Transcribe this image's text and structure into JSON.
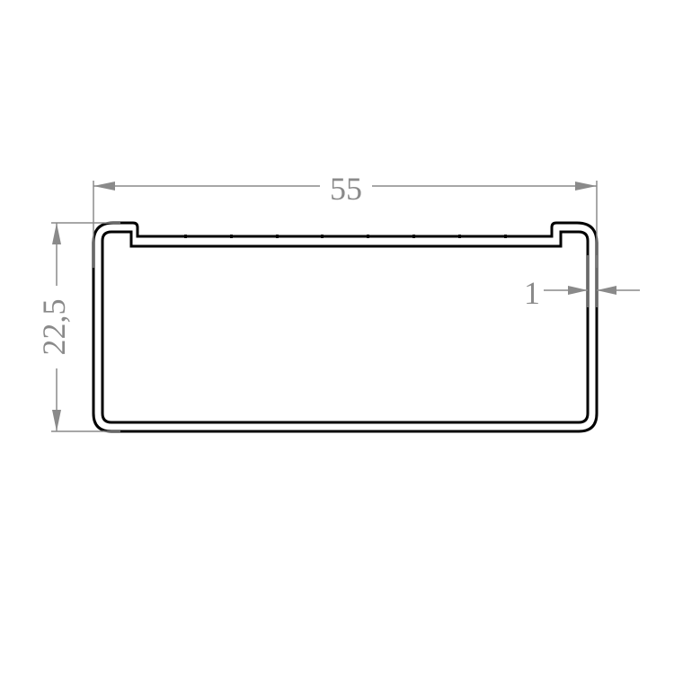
{
  "drawing": {
    "dimensions": {
      "width": {
        "label": "55"
      },
      "height": {
        "label": "22,5"
      },
      "thickness": {
        "label": "1"
      }
    },
    "colors": {
      "profile": "#000000",
      "dimension": "#8a8a8a",
      "background": "#ffffff"
    }
  }
}
